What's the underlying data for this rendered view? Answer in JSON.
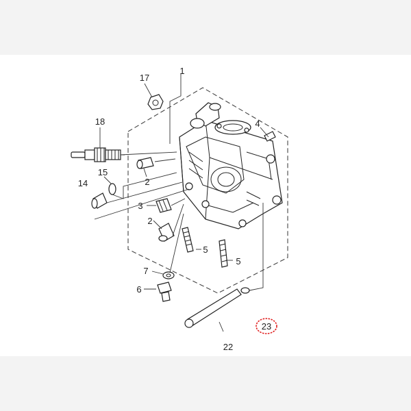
{
  "diagram": {
    "callouts": [
      {
        "id": "c1",
        "text": "1"
      },
      {
        "id": "c2a",
        "text": "2"
      },
      {
        "id": "c2b",
        "text": "2"
      },
      {
        "id": "c3",
        "text": "3"
      },
      {
        "id": "c4",
        "text": "4"
      },
      {
        "id": "c5a",
        "text": "5"
      },
      {
        "id": "c5b",
        "text": "5"
      },
      {
        "id": "c6",
        "text": "6"
      },
      {
        "id": "c7",
        "text": "7"
      },
      {
        "id": "c14",
        "text": "14"
      },
      {
        "id": "c15",
        "text": "15"
      },
      {
        "id": "c17",
        "text": "17"
      },
      {
        "id": "c18",
        "text": "18"
      },
      {
        "id": "c22",
        "text": "22"
      },
      {
        "id": "c23",
        "text": "23"
      }
    ],
    "highlight_color": "#e02020"
  }
}
